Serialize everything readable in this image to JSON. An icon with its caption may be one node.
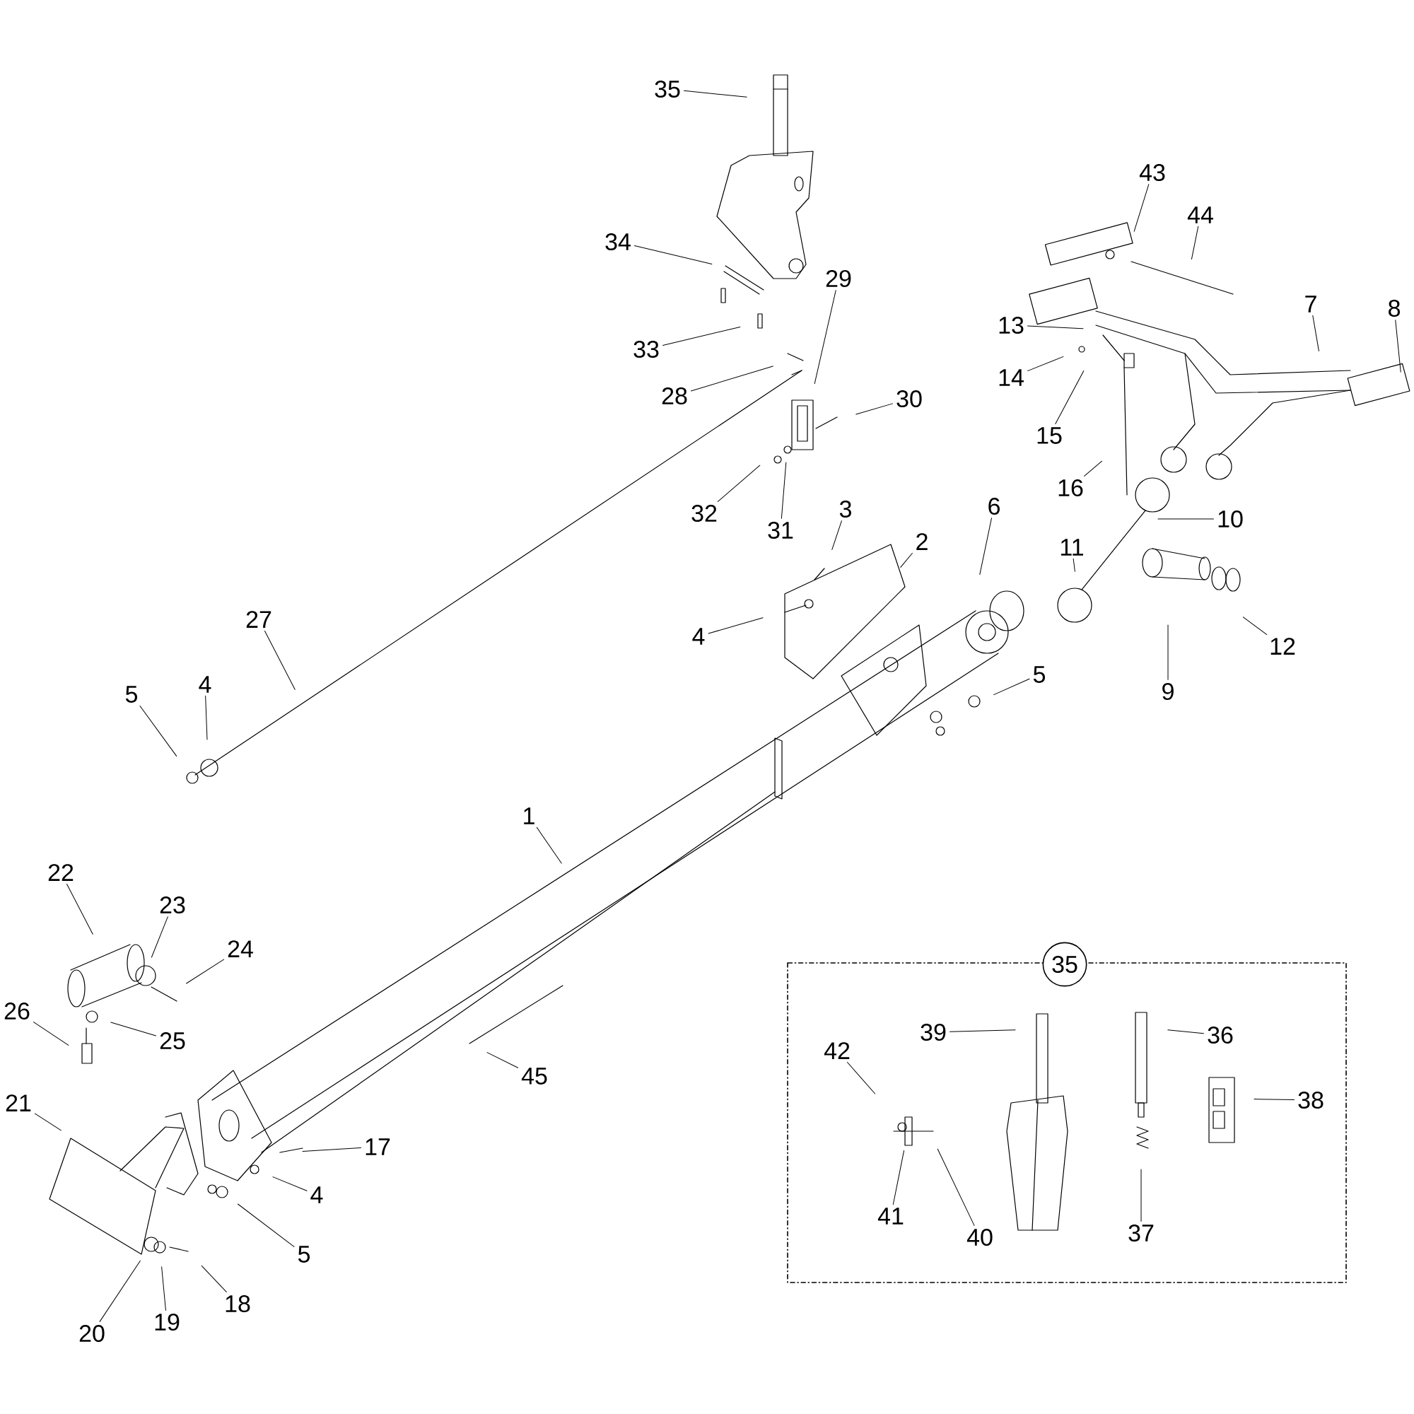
{
  "diagram": {
    "nodes": [
      {
        "text": [
          "35"
        ]
      },
      {
        "text": [
          "43"
        ]
      },
      {
        "text": [
          "44"
        ]
      },
      {
        "text": [
          "34"
        ]
      },
      {
        "text": [
          "29"
        ]
      },
      {
        "text": [
          "7"
        ]
      },
      {
        "text": [
          "8"
        ]
      },
      {
        "text": [
          "13"
        ]
      },
      {
        "text": [
          "33"
        ]
      },
      {
        "text": [
          "14"
        ]
      },
      {
        "text": [
          "28"
        ]
      },
      {
        "text": [
          "30"
        ]
      },
      {
        "text": [
          "15"
        ]
      },
      {
        "text": [
          "16"
        ]
      },
      {
        "text": [
          "32"
        ]
      },
      {
        "text": [
          "3"
        ]
      },
      {
        "text": [
          "6"
        ]
      },
      {
        "text": [
          "10"
        ]
      },
      {
        "text": [
          "31"
        ]
      },
      {
        "text": [
          "2"
        ]
      },
      {
        "text": [
          "11"
        ]
      },
      {
        "text": [
          "12"
        ]
      },
      {
        "text": [
          "4"
        ]
      },
      {
        "text": [
          "27"
        ]
      },
      {
        "text": [
          "5"
        ]
      },
      {
        "text": [
          "4"
        ]
      },
      {
        "text": [
          "5"
        ]
      },
      {
        "text": [
          "9"
        ]
      },
      {
        "text": [
          "1"
        ]
      },
      {
        "text": [
          "22"
        ]
      },
      {
        "text": [
          "23"
        ]
      },
      {
        "text": [
          "24"
        ]
      },
      {
        "text": [
          "35"
        ]
      },
      {
        "text": [
          "39"
        ]
      },
      {
        "text": [
          "36"
        ]
      },
      {
        "text": [
          "42"
        ]
      },
      {
        "text": [
          "26"
        ]
      },
      {
        "text": [
          "25"
        ]
      },
      {
        "text": [
          "38"
        ]
      },
      {
        "text": [
          "45"
        ]
      },
      {
        "text": [
          "21"
        ]
      },
      {
        "text": [
          "17"
        ]
      },
      {
        "text": [
          "4"
        ]
      },
      {
        "text": [
          "41"
        ]
      },
      {
        "text": [
          "37"
        ]
      },
      {
        "text": [
          "40"
        ]
      },
      {
        "text": [
          "5"
        ]
      },
      {
        "text": [
          "18"
        ]
      },
      {
        "text": [
          "19"
        ]
      },
      {
        "text": [
          "20"
        ]
      }
    ],
    "edges": [
      {
        "from": 0,
        "to": null,
        "arrow": "none"
      },
      {
        "from": 1,
        "to": null,
        "arrow": "none"
      },
      {
        "from": 2,
        "to": null,
        "arrow": "none"
      },
      {
        "from": 3,
        "to": null,
        "arrow": "none"
      },
      {
        "from": 4,
        "to": null,
        "arrow": "none"
      },
      {
        "from": 5,
        "to": null,
        "arrow": "none"
      },
      {
        "from": 6,
        "to": null,
        "arrow": "none"
      },
      {
        "from": 7,
        "to": null,
        "arrow": "none"
      },
      {
        "from": 8,
        "to": null,
        "arrow": "none"
      },
      {
        "from": 9,
        "to": null,
        "arrow": "none"
      },
      {
        "from": 10,
        "to": null,
        "arrow": "none"
      },
      {
        "from": 11,
        "to": null,
        "arrow": "none"
      },
      {
        "from": 12,
        "to": null,
        "arrow": "none"
      },
      {
        "from": 13,
        "to": null,
        "arrow": "none"
      },
      {
        "from": 14,
        "to": null,
        "arrow": "none"
      },
      {
        "from": 15,
        "to": null,
        "arrow": "none"
      },
      {
        "from": 16,
        "to": null,
        "arrow": "none"
      },
      {
        "from": 17,
        "to": null,
        "arrow": "none"
      },
      {
        "from": 18,
        "to": null,
        "arrow": "none"
      },
      {
        "from": 19,
        "to": null,
        "arrow": "none"
      },
      {
        "from": 20,
        "to": null,
        "arrow": "none"
      },
      {
        "from": 21,
        "to": null,
        "arrow": "none"
      },
      {
        "from": 22,
        "to": null,
        "arrow": "none"
      },
      {
        "from": 23,
        "to": null,
        "arrow": "none"
      },
      {
        "from": 24,
        "to": null,
        "arrow": "none"
      },
      {
        "from": 25,
        "to": null,
        "arrow": "none"
      },
      {
        "from": 26,
        "to": null,
        "arrow": "none"
      },
      {
        "from": 27,
        "to": null,
        "arrow": "none"
      },
      {
        "from": 28,
        "to": null,
        "arrow": "none"
      },
      {
        "from": 29,
        "to": null,
        "arrow": "none"
      },
      {
        "from": 30,
        "to": null,
        "arrow": "none"
      },
      {
        "from": 31,
        "to": null,
        "arrow": "none"
      },
      {
        "from": 33,
        "to": null,
        "arrow": "none"
      },
      {
        "from": 34,
        "to": null,
        "arrow": "none"
      },
      {
        "from": 35,
        "to": null,
        "arrow": "none"
      },
      {
        "from": 36,
        "to": null,
        "arrow": "none"
      },
      {
        "from": 37,
        "to": null,
        "arrow": "none"
      },
      {
        "from": 38,
        "to": null,
        "arrow": "none"
      },
      {
        "from": 39,
        "to": null,
        "arrow": "none"
      },
      {
        "from": 40,
        "to": null,
        "arrow": "none"
      },
      {
        "from": 41,
        "to": null,
        "arrow": "none"
      },
      {
        "from": 42,
        "to": null,
        "arrow": "none"
      },
      {
        "from": 43,
        "to": null,
        "arrow": "none"
      },
      {
        "from": 44,
        "to": null,
        "arrow": "none"
      },
      {
        "from": 45,
        "to": null,
        "arrow": "none"
      },
      {
        "from": 46,
        "to": null,
        "arrow": "none"
      },
      {
        "from": 47,
        "to": null,
        "arrow": "none"
      },
      {
        "from": 48,
        "to": null,
        "arrow": "none"
      },
      {
        "from": 49,
        "to": null,
        "arrow": "none"
      }
    ]
  }
}
